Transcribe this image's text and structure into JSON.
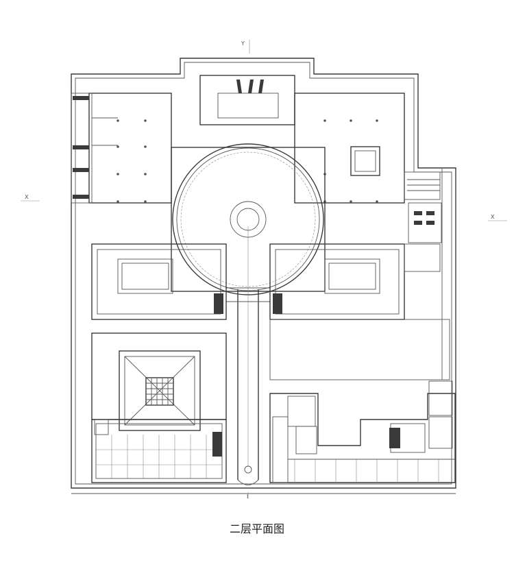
{
  "drawing": {
    "caption": "二层平面图",
    "axis_markers": {
      "left": "X",
      "right": "X",
      "top": "Y",
      "bottom": "I"
    }
  },
  "colors": {
    "line": "#3a3a3a",
    "background": "#ffffff"
  }
}
